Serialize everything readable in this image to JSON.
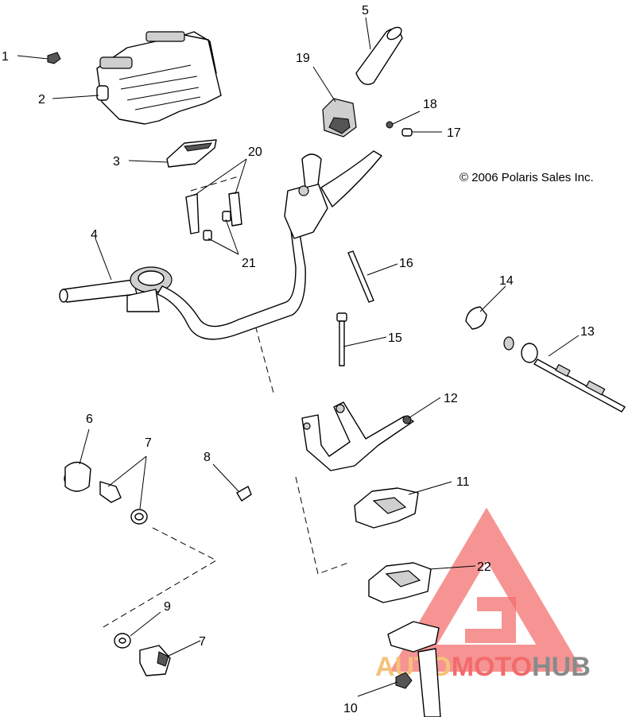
{
  "copyright": "© 2006 Polaris Sales Inc.",
  "callouts": [
    {
      "id": "1",
      "label": "1"
    },
    {
      "id": "2",
      "label": "2"
    },
    {
      "id": "3",
      "label": "3"
    },
    {
      "id": "4",
      "label": "4"
    },
    {
      "id": "5",
      "label": "5"
    },
    {
      "id": "6",
      "label": "6"
    },
    {
      "id": "7a",
      "label": "7"
    },
    {
      "id": "7b",
      "label": "7"
    },
    {
      "id": "8",
      "label": "8"
    },
    {
      "id": "9",
      "label": "9"
    },
    {
      "id": "10",
      "label": "10"
    },
    {
      "id": "11",
      "label": "11"
    },
    {
      "id": "12",
      "label": "12"
    },
    {
      "id": "13",
      "label": "13"
    },
    {
      "id": "14",
      "label": "14"
    },
    {
      "id": "15",
      "label": "15"
    },
    {
      "id": "16",
      "label": "16"
    },
    {
      "id": "17",
      "label": "17"
    },
    {
      "id": "18",
      "label": "18"
    },
    {
      "id": "19",
      "label": "19"
    },
    {
      "id": "20",
      "label": "20"
    },
    {
      "id": "21",
      "label": "21"
    },
    {
      "id": "22",
      "label": "22"
    }
  ],
  "watermark": {
    "text_part1": "AUTO",
    "text_part2": "MOTO",
    "text_part3": "HUB",
    "color_part1": "#f5c27a",
    "color_part2": "#f26b6b",
    "color_part3": "#8a8a8a",
    "triangle_color": "#f26b6b"
  }
}
